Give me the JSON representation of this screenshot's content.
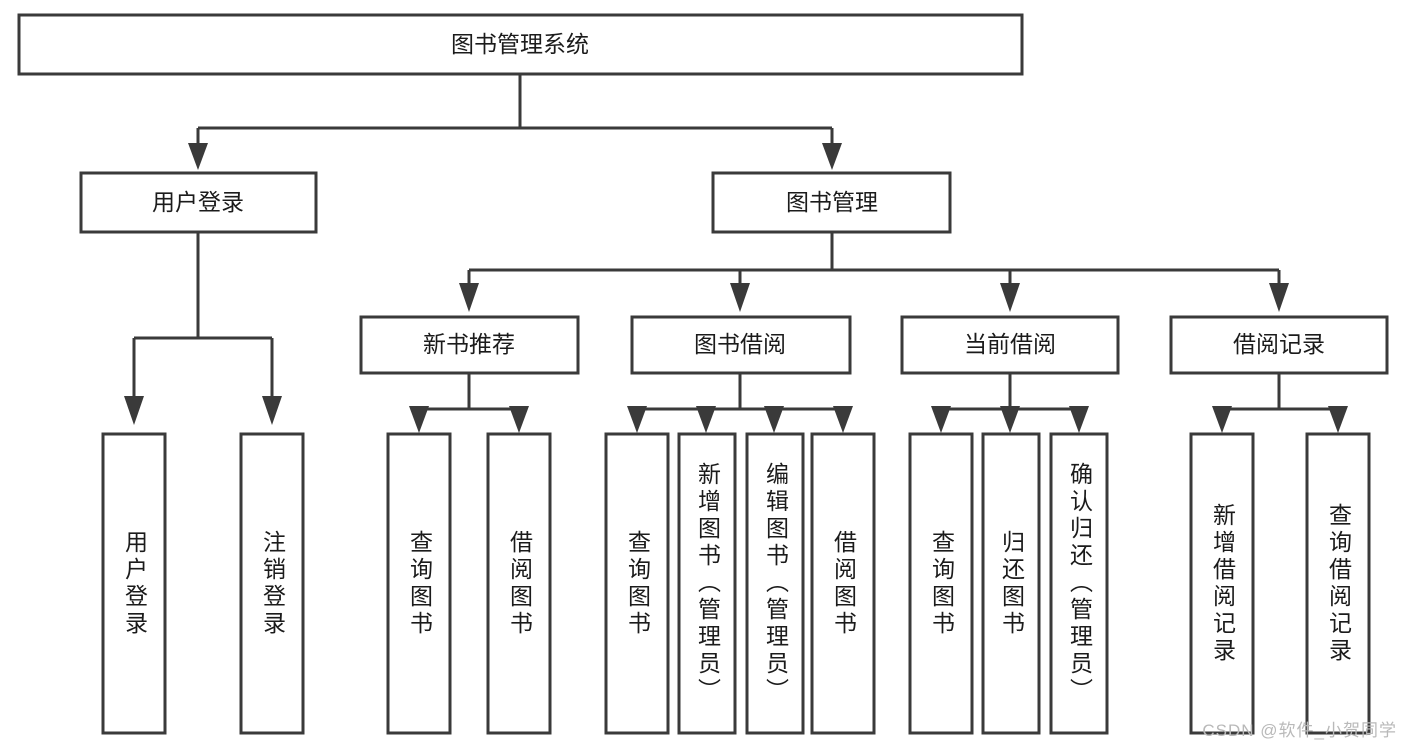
{
  "diagram": {
    "title": "图书管理系统",
    "type": "tree-hierarchy-chart",
    "orientation": "top-down",
    "colors": {
      "box_stroke": "#3a3a3a",
      "box_fill": "#ffffff",
      "connector": "#3a3a3a",
      "text": "#1b1b1b",
      "background": "#ffffff",
      "watermark": "#b9b9b9"
    },
    "root": {
      "id": "root",
      "label": "图书管理系统",
      "orientation": "horizontal"
    },
    "level1": [
      {
        "id": "user-login",
        "label": "用户登录",
        "orientation": "horizontal"
      },
      {
        "id": "book-management",
        "label": "图书管理",
        "orientation": "horizontal"
      }
    ],
    "level2": [
      {
        "id": "new-book-recommend",
        "label": "新书推荐",
        "parent": "book-management",
        "orientation": "horizontal"
      },
      {
        "id": "book-borrow",
        "label": "图书借阅",
        "parent": "book-management",
        "orientation": "horizontal"
      },
      {
        "id": "current-borrow",
        "label": "当前借阅",
        "parent": "book-management",
        "orientation": "horizontal"
      },
      {
        "id": "borrow-record",
        "label": "借阅记录",
        "parent": "book-management",
        "orientation": "horizontal"
      }
    ],
    "leaves": [
      {
        "id": "leaf-user-login",
        "label": "用户登录",
        "parent": "user-login",
        "orientation": "vertical"
      },
      {
        "id": "leaf-logout",
        "label": "注销登录",
        "parent": "user-login",
        "orientation": "vertical"
      },
      {
        "id": "leaf-query-book-1",
        "label": "查询图书",
        "parent": "new-book-recommend",
        "orientation": "vertical"
      },
      {
        "id": "leaf-borrow-book-1",
        "label": "借阅图书",
        "parent": "new-book-recommend",
        "orientation": "vertical"
      },
      {
        "id": "leaf-query-book-2",
        "label": "查询图书",
        "parent": "book-borrow",
        "orientation": "vertical"
      },
      {
        "id": "leaf-add-book",
        "label": "新增图书（管理员）",
        "parent": "book-borrow",
        "orientation": "vertical"
      },
      {
        "id": "leaf-edit-book",
        "label": "编辑图书（管理员）",
        "parent": "book-borrow",
        "orientation": "vertical"
      },
      {
        "id": "leaf-borrow-book-2",
        "label": "借阅图书",
        "parent": "book-borrow",
        "orientation": "vertical"
      },
      {
        "id": "leaf-query-book-3",
        "label": "查询图书",
        "parent": "current-borrow",
        "orientation": "vertical"
      },
      {
        "id": "leaf-return-book",
        "label": "归还图书",
        "parent": "current-borrow",
        "orientation": "vertical"
      },
      {
        "id": "leaf-confirm-return",
        "label": "确认归还（管理员）",
        "parent": "current-borrow",
        "orientation": "vertical"
      },
      {
        "id": "leaf-add-record",
        "label": "新增借阅记录",
        "parent": "borrow-record",
        "orientation": "vertical"
      },
      {
        "id": "leaf-query-record",
        "label": "查询借阅记录",
        "parent": "borrow-record",
        "orientation": "vertical"
      }
    ],
    "watermark": "CSDN @软件_小贺同学"
  }
}
